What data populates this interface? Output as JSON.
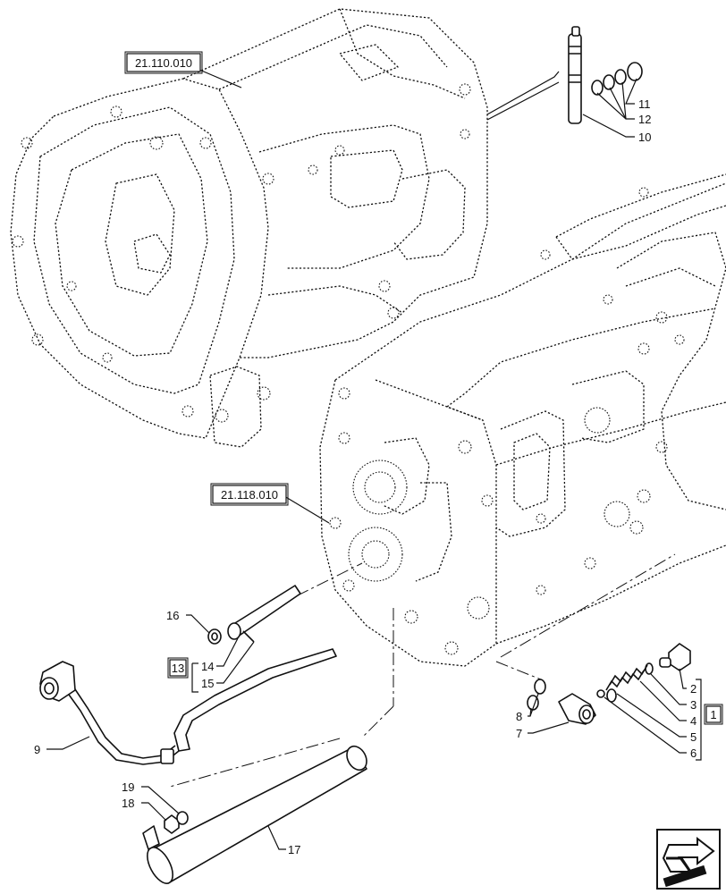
{
  "references": {
    "upper_housing": "21.110.010",
    "lower_housing": "21.118.010"
  },
  "callouts": {
    "n1": "1",
    "n2": "2",
    "n3": "3",
    "n4": "4",
    "n5": "5",
    "n6": "6",
    "n7": "7",
    "n8": "8",
    "n9": "9",
    "n10": "10",
    "n11": "11",
    "n12": "12",
    "n13": "13",
    "n14": "14",
    "n15": "15",
    "n16": "16",
    "n17": "17",
    "n18": "18",
    "n19": "19"
  },
  "icons": {
    "navigation": "next-page-arrow-icon"
  }
}
